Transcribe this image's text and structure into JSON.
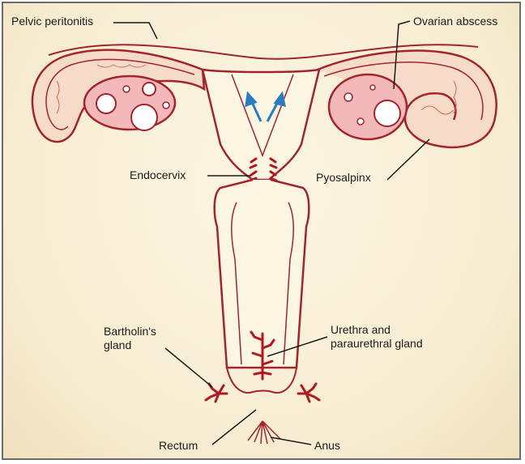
{
  "labels": {
    "pelvic_peritonitis": "Pelvic peritonitis",
    "ovarian_abscess": "Ovarian abscess",
    "endocervix": "Endocervix",
    "pyosalpinx": "Pyosalpinx",
    "bartholins_gland": "Bartholin's\ngland",
    "urethra": "Urethra and\nparaurethral gland",
    "rectum": "Rectum",
    "anus": "Anus"
  },
  "colors": {
    "outline": "#a3242a",
    "tissue_fill": "#f3b9ba",
    "tube_fill": "#f6dcc8",
    "gland": "#b3181f",
    "arrow": "#2a7bbf",
    "leader": "#1a1a1a"
  },
  "icons": {
    "ascending_infection_arrows": "up-arrow-pair"
  }
}
